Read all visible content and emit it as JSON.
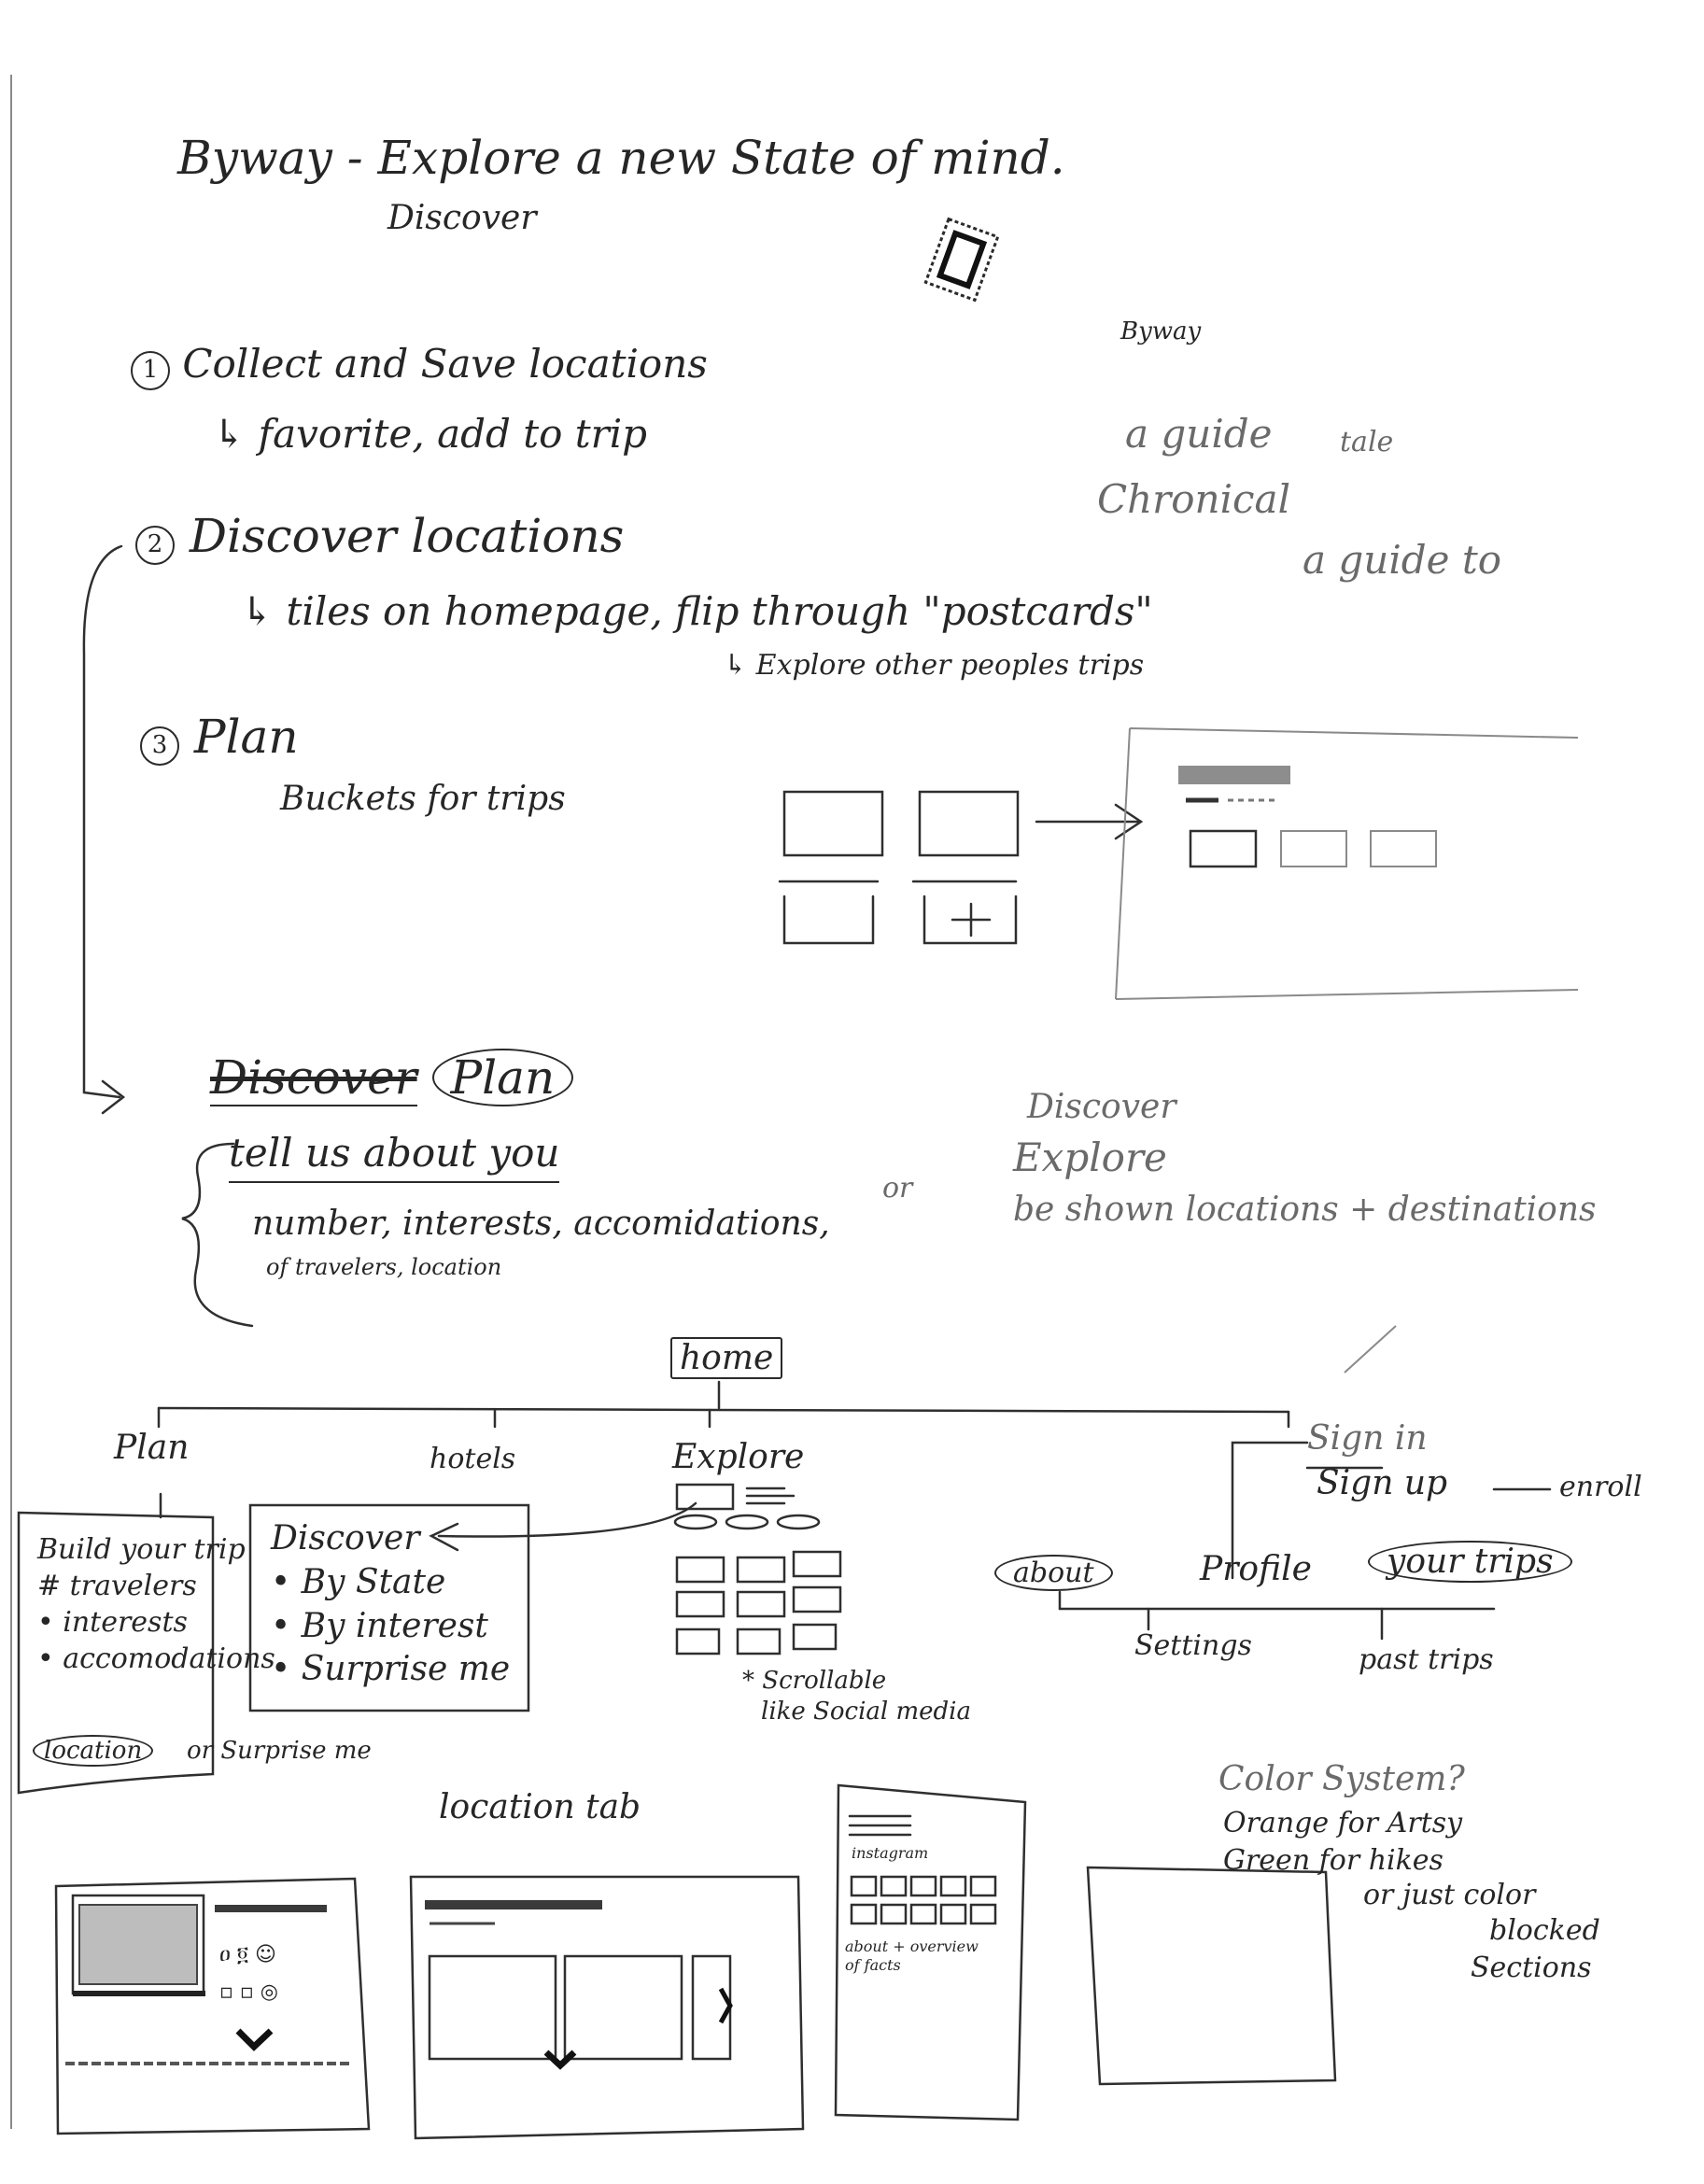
{
  "title": {
    "main": "Byway - Explore a new State of mind.",
    "alt_word": "Discover"
  },
  "side_notes": {
    "brand": "Byway",
    "option1": "a guide",
    "option2": "tale",
    "option3": "Chronical",
    "option4": "a guide to"
  },
  "steps": [
    {
      "num": "1",
      "label": "Collect and Save locations",
      "sub": "↳ favorite, add to trip"
    },
    {
      "num": "2",
      "label": "Discover locations",
      "sub": "↳ tiles on homepage, flip through \"postcards\"",
      "sub2": "↳ Explore other peoples trips"
    },
    {
      "num": "3",
      "label": "Plan",
      "sub": "Buckets for trips"
    }
  ],
  "discover_plan": {
    "discover": "Discover",
    "plan": "Plan",
    "tell": "tell us about you",
    "details": "number, interests, accomidations,",
    "details2": "of travelers, location",
    "or": "or",
    "right1": "Discover",
    "right2": "Explore",
    "right3": "be shown locations + destinations"
  },
  "sitemap": {
    "home": "home",
    "plan": "Plan",
    "hotels": "hotels",
    "explore": "Explore",
    "signin": "Sign in",
    "signup": "Sign up",
    "enroll": "enroll",
    "about": "about",
    "profile": "Profile",
    "yourtrips": "your trips",
    "settings": "Settings",
    "pasttrips": "past trips",
    "plan_box": [
      "Build your trip",
      "# travelers",
      "• interests",
      "• accomodations"
    ],
    "plan_location": "location",
    "plan_surprise": "or Surprise me",
    "discover_box": [
      "Discover",
      "• By State",
      "• By interest",
      "• Surprise me"
    ],
    "scroll_note1": "* Scrollable",
    "scroll_note2": "like Social media"
  },
  "wireframes": {
    "location_tab": "location tab",
    "instagram": "instagram",
    "about_note1": "about + overview",
    "about_note2": "of facts"
  },
  "color_system": {
    "title": "Color System?",
    "line1": "Orange for Artsy",
    "line2": "Green for hikes",
    "line3": "or just color",
    "line4": "blocked",
    "line5": "Sections"
  }
}
